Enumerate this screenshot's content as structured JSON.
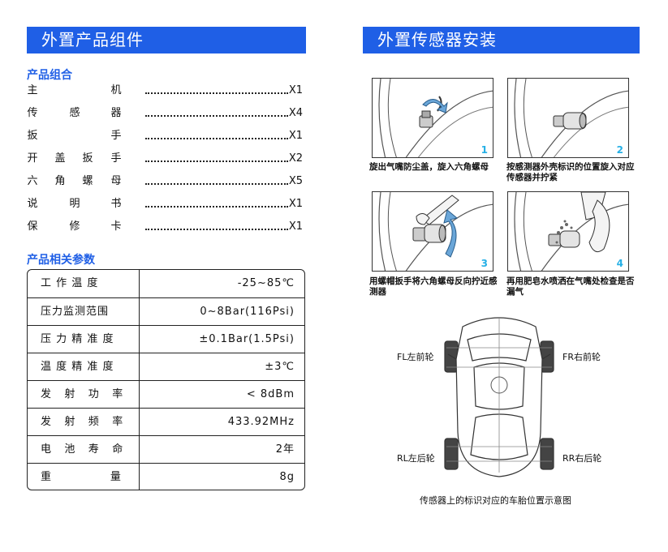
{
  "left": {
    "banner": "外置产品组件",
    "components_heading": "产品组合",
    "components": [
      {
        "chars": [
          "主",
          "机"
        ],
        "qty": "X1"
      },
      {
        "chars": [
          "传",
          "感",
          "器"
        ],
        "qty": "X4"
      },
      {
        "chars": [
          "扳",
          "手"
        ],
        "qty": "X1"
      },
      {
        "chars": [
          "开",
          "盖",
          "扳",
          "手"
        ],
        "qty": "X2"
      },
      {
        "chars": [
          "六",
          "角",
          "螺",
          "母"
        ],
        "qty": "X5"
      },
      {
        "chars": [
          "说",
          "明",
          "书"
        ],
        "qty": "X1"
      },
      {
        "chars": [
          "保",
          "修",
          "卡"
        ],
        "qty": "X1"
      }
    ],
    "specs_heading": "产品相关参数",
    "specs": [
      {
        "label": "工 作 温 度",
        "value": "-25~85℃"
      },
      {
        "label": "压力监测范围",
        "value": "0~8Bar(116Psi)"
      },
      {
        "label": "压 力 精 准 度",
        "value": "±0.1Bar(1.5Psi)"
      },
      {
        "label": "温 度 精 准 度",
        "value": "±3℃"
      },
      {
        "label": "发   射   功   率",
        "value": "< 8dBm"
      },
      {
        "label": "发   射   频   率",
        "value": "433.92MHz"
      },
      {
        "label": "电   池   寿   命",
        "value": "2年"
      },
      {
        "label": "重              量",
        "value": "8g"
      }
    ]
  },
  "right": {
    "banner": "外置传感器安装",
    "steps": [
      {
        "number": "1",
        "caption": "旋出气嘴防尘盖，旋入六角螺母"
      },
      {
        "number": "2",
        "caption": "按感测器外壳标识的位置旋入对应传感器并拧紧"
      },
      {
        "number": "3",
        "caption": "用螺帽扳手将六角螺母反向拧近感测器"
      },
      {
        "number": "4",
        "caption": "再用肥皂水喷洒在气嘴处检查是否漏气"
      }
    ],
    "wheels": {
      "fl": "FL左前轮",
      "fr": "FR右前轮",
      "rl": "RL左后轮",
      "rr": "RR右后轮"
    },
    "diagram_caption": "传感器上的标识对应的车胎位置示意图"
  },
  "colors": {
    "accent": "#1f5fe6",
    "step_number": "#26b0e6"
  }
}
